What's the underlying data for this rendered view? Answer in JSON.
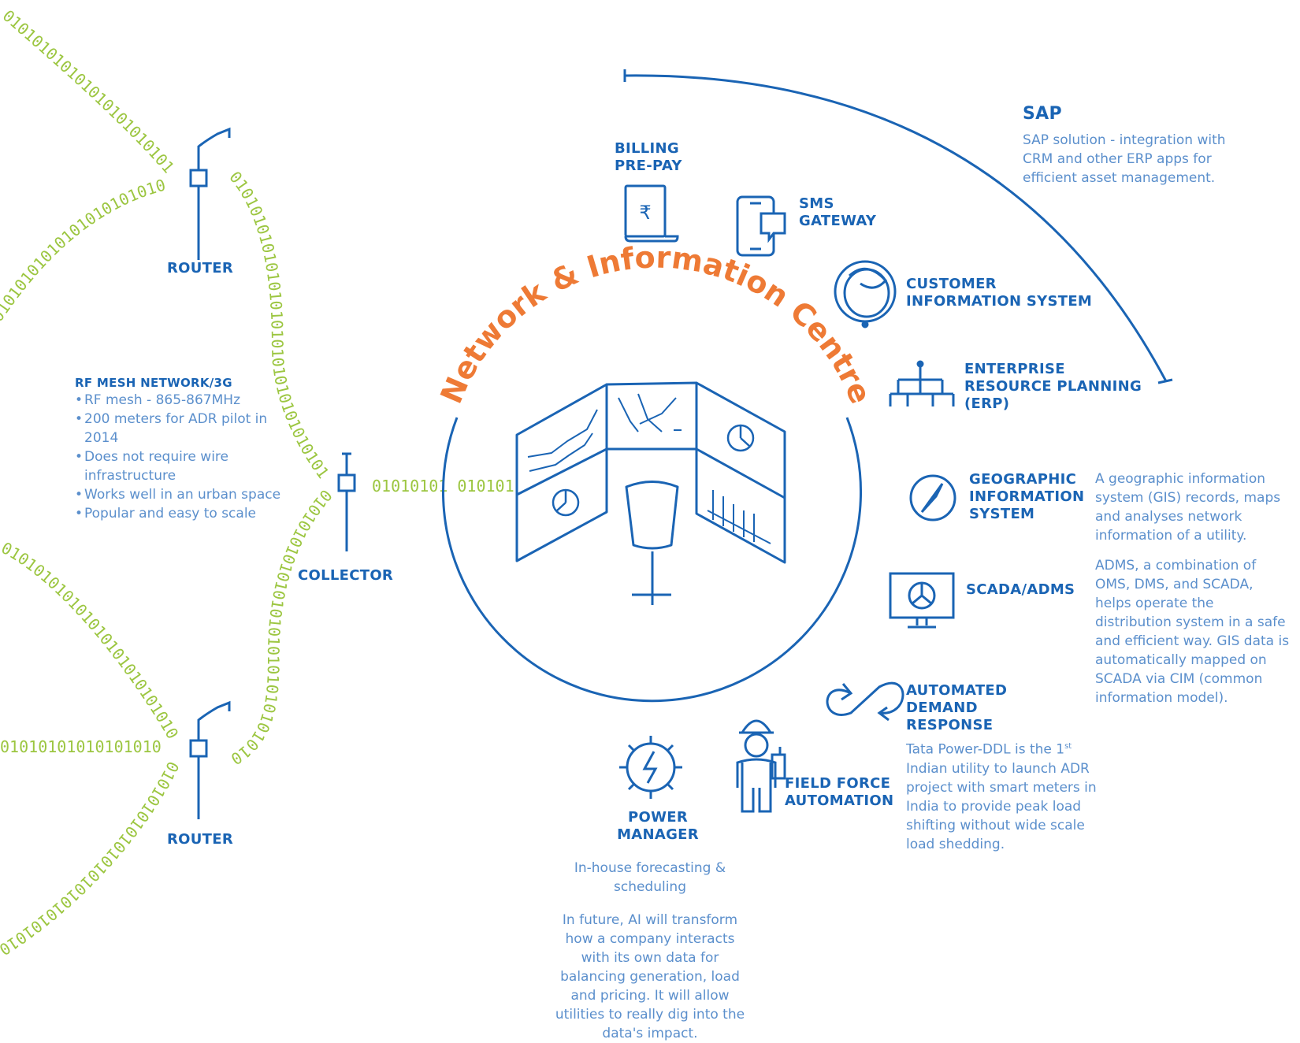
{
  "title": "Network & Information Centre",
  "binary_string": "0101010101010101010101010101010101010101010101010101010101010101010101",
  "collector_binary": "01010101 010101",
  "router_top": "ROUTER",
  "router_bottom": "ROUTER",
  "collector": "COLLECTOR",
  "rf": {
    "heading": "RF MESH NETWORK/3G",
    "items": [
      "RF mesh - 865-867MHz",
      "200 meters for ADR pilot in 2014",
      "Does not require wire infrastructure",
      "Works well in an urban space",
      "Popular and easy to scale"
    ]
  },
  "billing": {
    "line1": "BILLING",
    "line2": "PRE-PAY",
    "symbol": "₹"
  },
  "sms": {
    "line1": "SMS",
    "line2": "GATEWAY"
  },
  "cis": {
    "line1": "CUSTOMER",
    "line2": "INFORMATION SYSTEM"
  },
  "erp": {
    "line1": "ENTERPRISE",
    "line2": "RESOURCE PLANNING",
    "line3": "(ERP)"
  },
  "gis": {
    "line1": "GEOGRAPHIC",
    "line2": "INFORMATION",
    "line3": "SYSTEM",
    "desc": "A geographic information system (GIS) records, maps and analyses network information of a utility."
  },
  "scada": {
    "label": "SCADA/ADMS",
    "desc": "ADMS, a combination of OMS, DMS, and SCADA, helps operate the distribution system in a safe and efficient way. GIS data is automatically mapped on SCADA via CIM (common information model)."
  },
  "adr": {
    "line1": "AUTOMATED",
    "line2": "DEMAND",
    "line3": "RESPONSE",
    "desc_pre": "Tata Power-DDL is the 1",
    "desc_sup": "st",
    "desc_post": " Indian utility to launch ADR project with smart meters in India to provide peak load shifting without wide scale load shedding."
  },
  "ffa": {
    "line1": "FIELD FORCE",
    "line2": "AUTOMATION"
  },
  "pm": {
    "line1": "POWER",
    "line2": "MANAGER",
    "desc1": "In-house forecasting & scheduling",
    "desc2": "In future, AI will transform how a company interacts with its own data for balancing generation, load and pricing. It will allow utilities to really dig into the data's impact."
  },
  "sap": {
    "title": "SAP",
    "desc": "SAP solution - integration with CRM and other ERP apps for efficient asset management."
  },
  "colors": {
    "blue": "#1a64b4",
    "light_blue": "#5b8fcc",
    "orange": "#ee7a35",
    "green": "#9cc641"
  }
}
